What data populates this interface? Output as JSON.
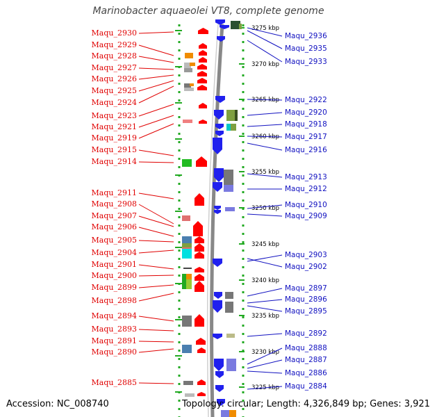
{
  "title": "Marinobacter aquaeolei VT8, complete genome",
  "footer": {
    "accession": "Accession: NC_008740",
    "topology": "Topology: circular; Length: 4,326,849 bp; Genes: 3,921"
  },
  "colors": {
    "plus_strand_gene": "#ff0000",
    "minus_strand_gene": "#2020ee",
    "backbone": "#888888",
    "tick": "#22aa22",
    "left_label": "#e00000",
    "right_label": "#1010c0"
  },
  "scale_labels": [
    {
      "label": "3275 kbp",
      "kbp": 3275
    },
    {
      "label": "3270 kbp",
      "kbp": 3270
    },
    {
      "label": "3265 kbp",
      "kbp": 3265
    },
    {
      "label": "3260 kbp",
      "kbp": 3260
    },
    {
      "label": "3255 kbp",
      "kbp": 3255
    },
    {
      "label": "3250 kbp",
      "kbp": 3250
    },
    {
      "label": "3245 kbp",
      "kbp": 3245
    },
    {
      "label": "3240 kbp",
      "kbp": 3240
    },
    {
      "label": "3235 kbp",
      "kbp": 3235
    },
    {
      "label": "3230 kbp",
      "kbp": 3230
    },
    {
      "label": "3225 kbp",
      "kbp": 3225
    }
  ],
  "left_genes": [
    "Maqu_2930",
    "Maqu_2929",
    "Maqu_2928",
    "Maqu_2927",
    "Maqu_2926",
    "Maqu_2925",
    "Maqu_2924",
    "Maqu_2923",
    "Maqu_2921",
    "Maqu_2919",
    "Maqu_2915",
    "Maqu_2914",
    "Maqu_2911",
    "Maqu_2908",
    "Maqu_2907",
    "Maqu_2906",
    "Maqu_2905",
    "Maqu_2904",
    "Maqu_2901",
    "Maqu_2900",
    "Maqu_2899",
    "Maqu_2898",
    "Maqu_2894",
    "Maqu_2893",
    "Maqu_2891",
    "Maqu_2890",
    "Maqu_2885"
  ],
  "right_genes": [
    "Maqu_2936",
    "Maqu_2935",
    "Maqu_2933",
    "Maqu_2922",
    "Maqu_2920",
    "Maqu_2918",
    "Maqu_2917",
    "Maqu_2916",
    "Maqu_2913",
    "Maqu_2912",
    "Maqu_2910",
    "Maqu_2909",
    "Maqu_2903",
    "Maqu_2902",
    "Maqu_2897",
    "Maqu_2896",
    "Maqu_2895",
    "Maqu_2892",
    "Maqu_2888",
    "Maqu_2887",
    "Maqu_2886",
    "Maqu_2884"
  ]
}
